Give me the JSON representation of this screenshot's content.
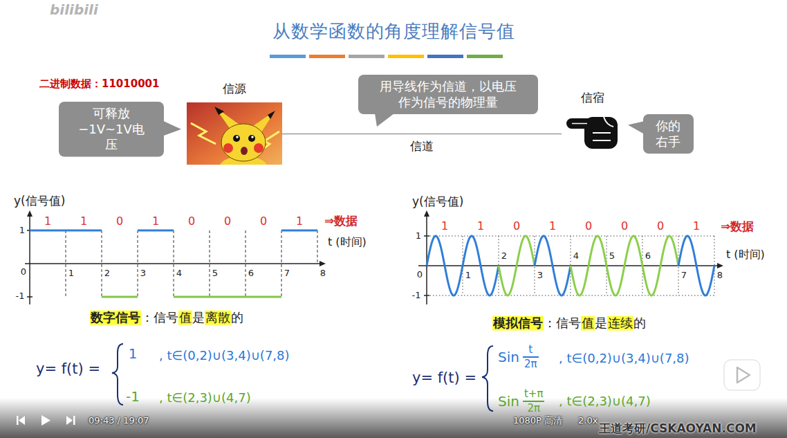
{
  "diagram": {
    "title": "从数学函数的角度理解信号值",
    "nodes": [
      {
        "text": [
          "可释放 −1V~1V电压"
        ]
      },
      {
        "text": [
          "信源"
        ]
      },
      {
        "text": [
          "用导线作为信道，以电压 作为信号的物理量"
        ]
      },
      {
        "text": [
          "信宿"
        ]
      },
      {
        "text": [
          "你的 右手"
        ]
      }
    ],
    "edges": [
      {
        "from": 1,
        "to": 3,
        "arrow": "none",
        "label": "信道"
      }
    ],
    "labels": [
      "bilibili",
      "二进制数据：11010001",
      "y(信号值)",
      "1",
      "1",
      "0",
      "1",
      "0",
      "0",
      "0",
      "1",
      "⇒数据",
      "t (时间)",
      "0",
      "1",
      "2",
      "3",
      "4",
      "5",
      "6",
      "7",
      "8",
      "1",
      "-1",
      "数字信号",
      "：信号",
      "值",
      "是",
      "离散",
      "的",
      "y= f(t) =",
      "1",
      ", t∈(0,2)∪(3,4)∪(7,8)",
      "-1",
      ", t∈(2,3)∪(4,7)",
      "y(信号值)",
      "1",
      "1",
      "0",
      "1",
      "0",
      "0",
      "0",
      "1",
      "⇒数据",
      "t (时间)",
      "0",
      "1",
      "2",
      "3",
      "4",
      "5",
      "6",
      "7",
      "8",
      "1",
      "-1",
      "模拟信号",
      "：信号",
      "值",
      "是",
      "连续",
      "的",
      "y= f(t) =",
      "Sin",
      "t",
      "2π",
      ", t∈(0,2)∪(3,4)∪(7,8)",
      "Sin",
      "t+π",
      "2π",
      ", t∈(2,3)∪(4,7)",
      "09:43 / 19:07",
      "1080P 高清",
      "2.0x",
      "王道考研/CSKAOYAN.COM"
    ]
  }
}
